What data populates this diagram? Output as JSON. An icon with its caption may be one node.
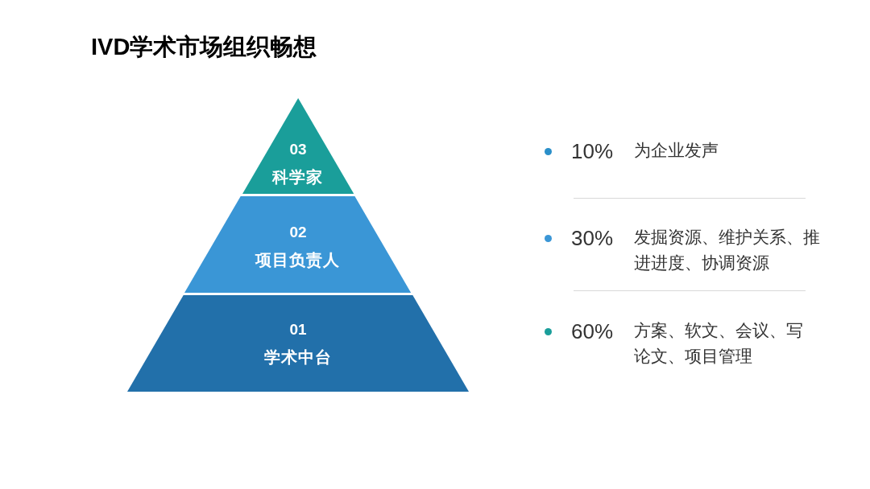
{
  "diagram": {
    "title": "IVD学术市场组织畅想",
    "nodes": [
      {
        "text": [
          "03",
          "科学家"
        ]
      },
      {
        "text": [
          "02",
          "项目负责人"
        ]
      },
      {
        "text": [
          "01",
          "学术中台"
        ]
      }
    ],
    "labels": [
      "10%",
      "为企业发声",
      "30%",
      "发掘资源、维护关系、推进进度、协调资源",
      "60%",
      "方案、软文、会议、写论文、项目管理"
    ]
  }
}
